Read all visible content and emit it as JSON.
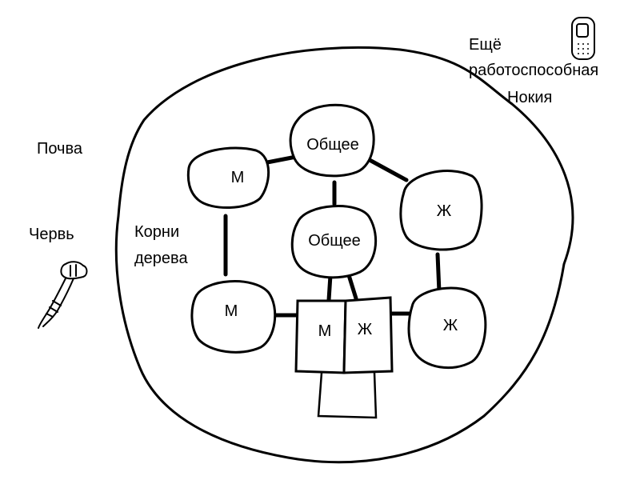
{
  "diagram": {
    "outside_labels": {
      "soil": "Почва",
      "worm": "Червь",
      "phone_line1": "Ещё",
      "phone_line2": "работоспособная",
      "phone_line3": "Нокия"
    },
    "inside_labels": {
      "roots_line1": "Корни",
      "roots_line2": "дерева"
    },
    "nodes": {
      "top": "Общее",
      "left_upper": "М",
      "right_upper": "Ж",
      "center": "Общее",
      "left_lower": "М",
      "right_lower": "Ж",
      "trunk_left": "М",
      "trunk_right": "Ж"
    },
    "colors": {
      "ink": "#000000",
      "background": "#ffffff"
    },
    "icons": {
      "worm": "worm-icon",
      "phone": "mobile-phone-icon"
    }
  }
}
